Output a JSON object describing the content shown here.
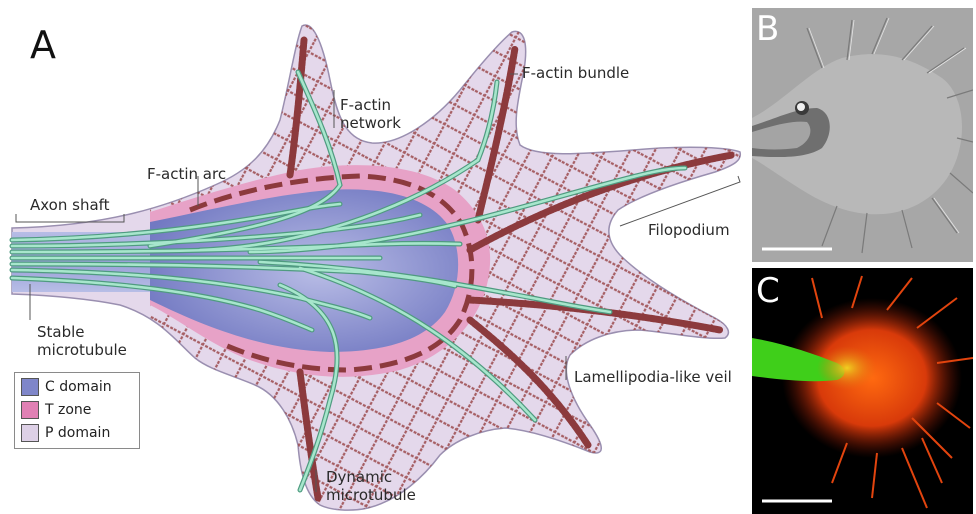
{
  "panels": {
    "a": "A",
    "b": "B",
    "c": "C"
  },
  "labels": {
    "axon_shaft": "Axon shaft",
    "f_actin_arc": "F-actin arc",
    "f_actin_network": "F-actin\nnetwork",
    "f_actin_bundle": "F-actin bundle",
    "filopodium": "Filopodium",
    "stable_microtubule": "Stable\nmicrotubule",
    "lamellipodia_veil": "Lamellipodia-like veil",
    "dynamic_microtubule": "Dynamic\nmicrotubule"
  },
  "legend": [
    {
      "label": "C domain",
      "color": "#7f86c9"
    },
    {
      "label": "T zone",
      "color": "#e080b4"
    },
    {
      "label": "P domain",
      "color": "#ddd0e6"
    }
  ],
  "colors": {
    "p_domain": "#e4d8eb",
    "t_zone": "#e7a2c7",
    "c_domain": "#8c91d0",
    "actin": "#8c3a3d",
    "microtubule": "#9fe0c6",
    "microtubule_edge": "#4f9b80"
  }
}
